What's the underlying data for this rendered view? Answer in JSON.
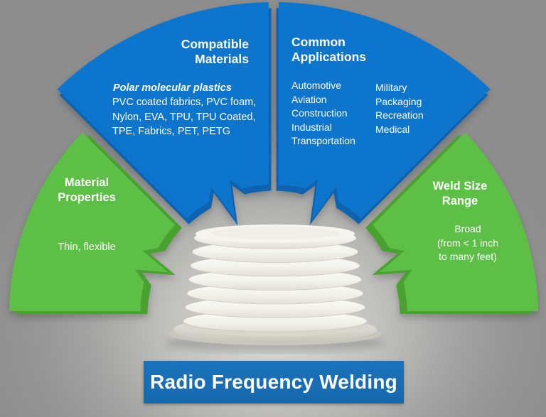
{
  "colors": {
    "petal-blue": "#0b74cc",
    "petal-blue-shade": "#0a63af",
    "petal-green": "#5dbf45",
    "petal-green-shade": "#4aa133",
    "banner-blue": "#1b73bc",
    "text-white": "#ffffff",
    "background-gray": "#999997"
  },
  "segments": {
    "compatible_materials": {
      "title_lines": [
        "Compatible",
        "Materials"
      ],
      "subtitle": "Polar molecular plastics",
      "body_lines": [
        "PVC coated fabrics, PVC foam,",
        "Nylon, EVA, TPU, TPU Coated,",
        "TPE, Fabrics, PET, PETG"
      ]
    },
    "common_applications": {
      "title_lines": [
        "Common",
        "Applications"
      ],
      "column1": [
        "Automotive",
        "Aviation",
        "Construction",
        "Industrial",
        "Transportation"
      ],
      "column2": [
        "Military",
        "Packaging",
        "Recreation",
        "Medical"
      ]
    },
    "material_properties": {
      "title_lines": [
        "Material",
        "Properties"
      ],
      "body": "Thin, flexible"
    },
    "weld_size_range": {
      "title_lines": [
        "Weld Size",
        "Range"
      ],
      "body_lines": [
        "Broad",
        "(from < 1 inch",
        "to many feet)"
      ]
    }
  },
  "banner": {
    "label": "Radio Frequency Welding"
  }
}
